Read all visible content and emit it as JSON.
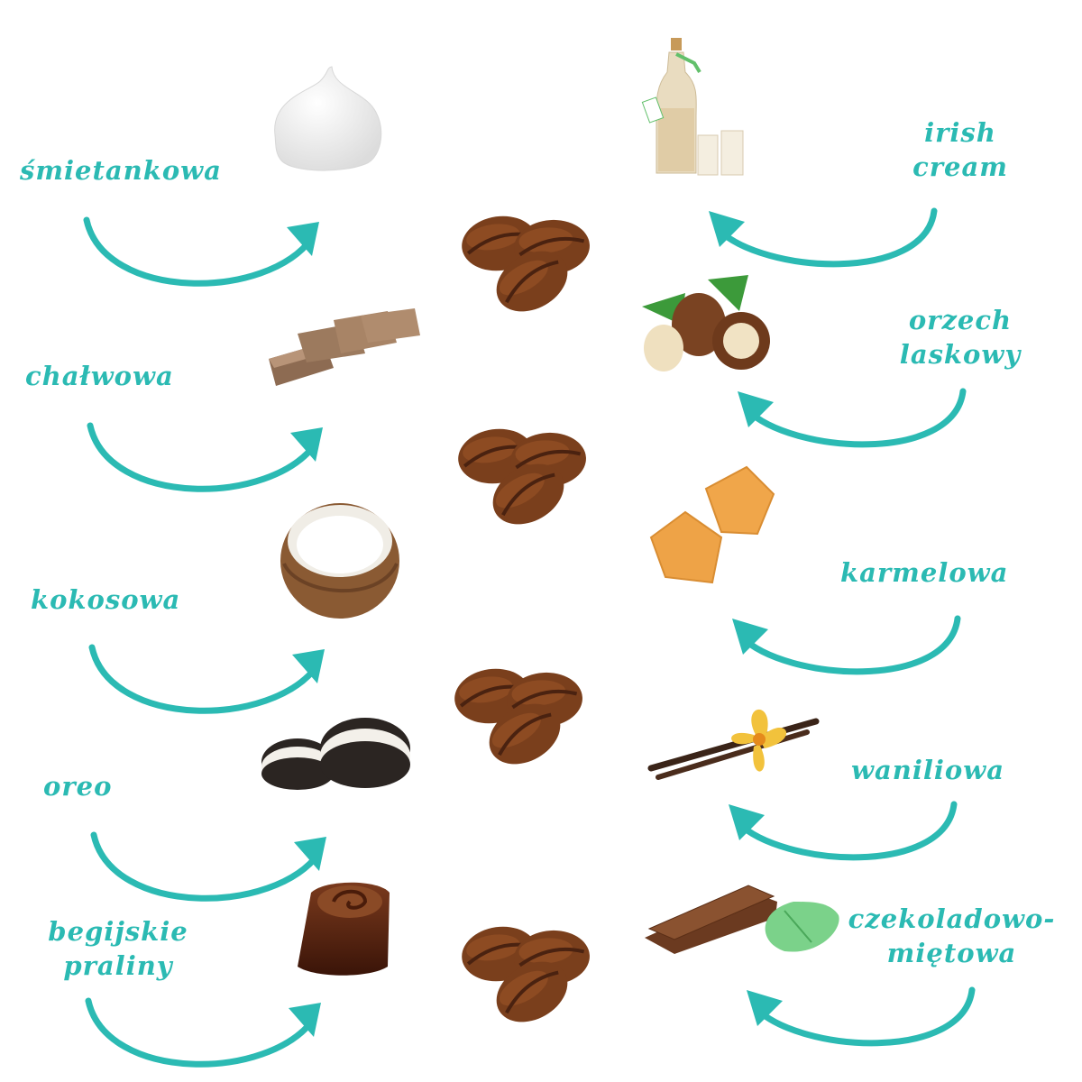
{
  "left_flavors": [
    {
      "lines": [
        "śmietankowa"
      ]
    },
    {
      "lines": [
        "chałwowa"
      ]
    },
    {
      "lines": [
        "kokosowa"
      ]
    },
    {
      "lines": [
        "oreo"
      ]
    },
    {
      "lines": [
        "begijskie",
        "praliny"
      ]
    }
  ],
  "right_flavors": [
    {
      "lines": [
        "irish",
        "cream"
      ]
    },
    {
      "lines": [
        "orzech",
        "laskowy"
      ]
    },
    {
      "lines": [
        "karmelowa"
      ]
    },
    {
      "lines": [
        "waniliowa"
      ]
    },
    {
      "lines": [
        "czekoladowo-",
        "miętowa"
      ]
    }
  ],
  "colors": {
    "accent": "#2bbab3",
    "bean": "#7a3f1c",
    "bean_light": "#a0582a"
  },
  "icons": [
    "whipped-cream-icon",
    "halva-icon",
    "coconut-icon",
    "oreo-cookie-icon",
    "praline-icon",
    "irish-cream-bottle-icon",
    "hazelnut-icon",
    "caramel-icon",
    "vanilla-flower-icon",
    "chocolate-mint-icon",
    "coffee-beans-icon"
  ]
}
